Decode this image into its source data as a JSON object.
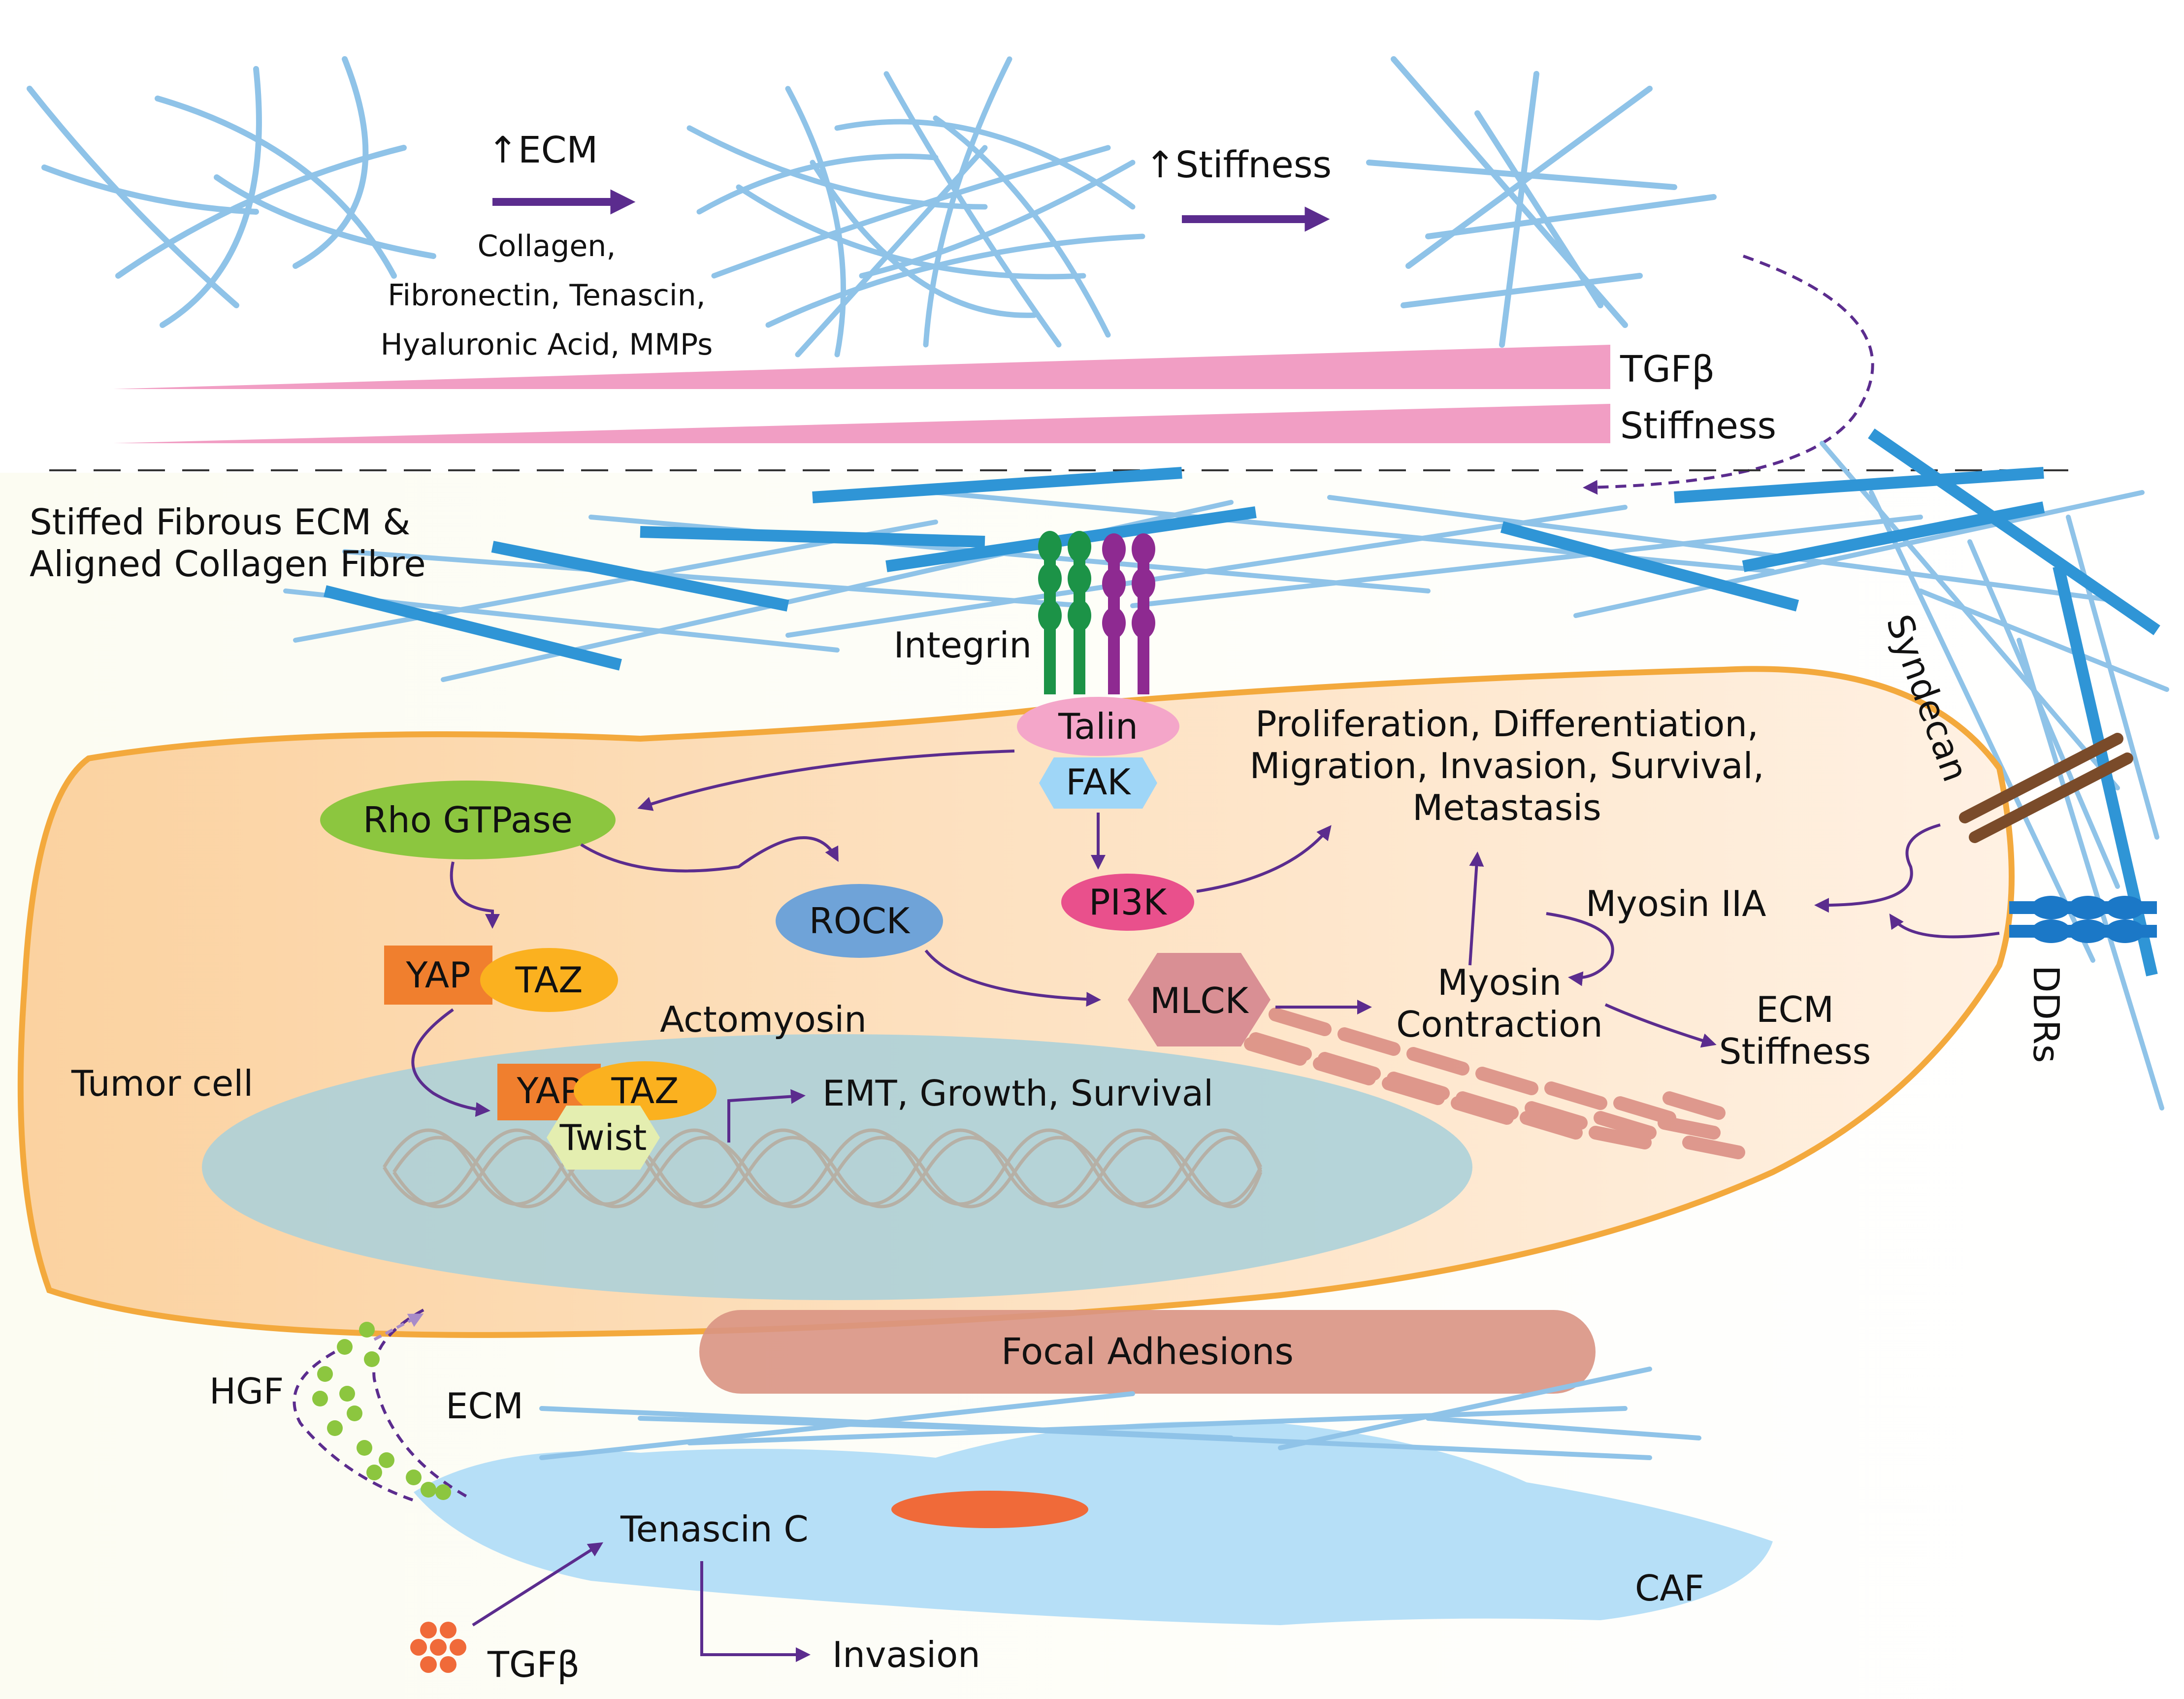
{
  "top": {
    "ecm_up": "↑ECM",
    "ecm_components": [
      "Collagen,",
      "Fibronectin, Tenascin,",
      "Hyaluronic Acid, MMPs"
    ],
    "stiffness_up": "↑Stiffness",
    "gradient_tgfb": "TGFβ",
    "gradient_stiffness": "Stiffness"
  },
  "ecm_panel": {
    "label_lines": [
      "Stiffed Fibrous ECM &",
      "Aligned Collagen Fibre"
    ]
  },
  "receptors": {
    "integrin": "Integrin",
    "talin": "Talin",
    "fak": "FAK",
    "syndecan": "Syndecan",
    "ddrs": "DDRs"
  },
  "signaling": {
    "rho": "Rho GTPase",
    "rock": "ROCK",
    "pi3k": "PI3K",
    "mlck": "MLCK",
    "yap": "YAP",
    "taz": "TAZ",
    "twist": "Twist",
    "actomyosin": "Actomyosin",
    "myosin_iia": "Myosin IIA",
    "myosin_contraction": [
      "Myosin",
      "Contraction"
    ],
    "ecm_stiffness": [
      "ECM",
      "Stiffness"
    ],
    "outcomes": [
      "Proliferation, Differentiation,",
      "Migration, Invasion, Survival,",
      "Metastasis"
    ],
    "emt": "EMT, Growth, Survival"
  },
  "cell": {
    "tumor_cell": "Tumor cell",
    "focal_adhesions": "Focal Adhesions"
  },
  "caf": {
    "hgf": "HGF",
    "ecm": "ECM",
    "tenascin": "Tenascin C",
    "caf": "CAF",
    "tgfb": "TGFβ",
    "invasion": "Invasion"
  },
  "colors": {
    "fiber": "#8fc3e8",
    "fiber_dark": "#2f95d6",
    "arrow": "#5b2c8e",
    "gradient": "#f19ec4",
    "cell_fill": "#fbd9ad",
    "cell_border": "#f3a93d",
    "nucleus": "#a8d0da",
    "caf_fill": "#b6dff7",
    "rho": "#8cc63f",
    "rock": "#6fa3d8",
    "pi3k": "#e9508c",
    "talin": "#f4a6c9",
    "fak": "#9fd6f7",
    "yap": "#f07f2e",
    "taz": "#fbb11f",
    "twist": "#e4eeb0",
    "mlck": "#d98f94",
    "focal": "#d99383",
    "integrin_green": "#1c9347",
    "integrin_purple": "#8e2a91",
    "syndecan": "#7a4b2a",
    "ddr": "#1b78c7",
    "hgf_dots": "#8cc63f",
    "tgfb_dots": "#f06a39"
  }
}
